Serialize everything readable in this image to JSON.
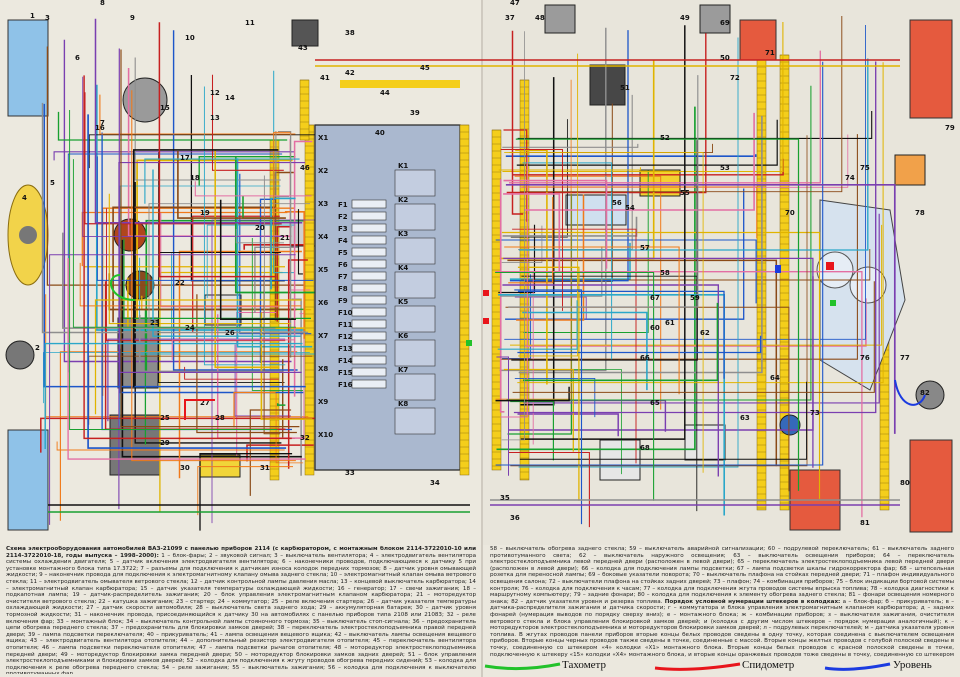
{
  "caption_left": {
    "title": "Схема электрооборудования автомобилей ВАЗ-21099 с панелью приборов 2114 (с карбюратором, с монтажным блоком 2114-3722010-10 или 2114-3722010-18, годы выпуска – 1998–2000):",
    "body": "1 – блок-фары; 2 – звуковой сигнал; 3 – выключатель вентилятора; 4 – электродвигатель вентилятора системы охлаждения двигателя; 5 – датчик включения электродвигателя вентилятора; 6 – наконечники проводов, подключающиеся к датчику 5 при установке монтажного блока типа 17.3722; 7 – разъемы для подключения к датчикам износа колодок передних тормозов; 8 – датчик уровня омывающей жидкости; 9 – наконечник провода для подключения к электромагнитному клапану омыва заднего стекла; 10 – электромагнитный клапан омыва ветрового стекла; 11 – электродвигатель омывателя ветрового стекла; 12 – датчик контрольной лампы давления масла; 13 – концевой выключатель карбюратора; 14 – электромагнитный клапан карбюратора; 15 – датчик указателя температуры охлаждающей жидкости; 16 – генератор; 17 – свечи зажигания; 18 – подкапотная лампа; 19 – датчик-распределитель зажигания; 20 – блок управления электромагнитным клапаном карбюратора; 21 – моторедуктор очистителя ветрового стекла; 22 – катушка зажигания; 23 – стартер; 24 – коммутатор; 25 – реле включения стартера; 26 – датчик указателя температуры охлаждающей жидкости; 27 – датчик скорости автомобиля; 28 – выключатель света заднего хода; 29 – аккумуляторная батарея; 30 – датчик уровня тормозной жидкости; 31 – наконечник провода, присоединяющийся к датчику 30 на автомобилях с панелью приборов типа 2108 или 21083; 32 – реле включения фар; 33 – монтажный блок; 34 – выключатель контрольной лампы стояночного тормоза; 35 – выключатель стоп-сигнала; 36 – предохранитель цепи обогрева переднего стекла; 37 – предохранитель для блокировки замков дверей; 38 – переключатель электростеклоподъемника правой передней двери; 39 – лампа подсветки переключателя; 40 – прикуриватель; 41 – лампа освещения вещевого ящика; 42 – выключатель лампы освещения вещевого ящика; 43 – электродвигатель вентилятора отопителя; 44 – дополнительный резистор электродвигателя отопителя; 45 – переключатель вентилятора отопителя; 46 – лампа подсветки переключателя отопителя; 47 – лампа подсветки рычагов отопителя; 48 – моторедуктор электростеклоподъемника передней двери; 49 – моторедуктор блокировки замка передней двери; 50 – моторедуктор блокировки замков задних дверей; 51 – блок управления электростеклоподъемниками и блокировки замков дверей; 52 – колодка для подключения к жгуту проводов обогрева передних сидений; 53 – колодка для подключения к реле обогрева переднего стекла; 54 – реле зажигания; 55 – выключатель зажигания; 56 – колодка для подключения к выключателю противотуманных фар"
  },
  "caption_right": {
    "body1": "58 – выключатель обогрева заднего стекла; 59 – выключатель аварийной сигнализации; 60 – подрулевой переключатель; 61 – выключатель заднего противотуманного света; 62 – выключатель наружного освещения; 63 – выключатель освещения приборов; 64 – переключатель электростеклоподъемника левой передней двери (расположен в левой двери); 65 – переключатель электростеклоподъемника левой передней двери (расположен в левой двери); 66 – колодка для подключения лампы подсветки; 67 – лампа подсветки шкалы гидрокорректора фар; 68 – штепсельная розетка для переносной лампы; 69 – боковые указатели поворота; 70 – выключатель плафона на стойках передней двери; 71 – плафон индивидуального освещения салона; 72 – выключатели плафона на стойках задних дверей; 73 – плафон; 74 – комбинация приборов; 75 – блок индикации бортовой системы контроля; 76 – колодка для подключения к часам; 77 – колодка для подключения жгута проводов системы впрыска топлива; 78 – колодка диагностики к маршрутному компьютеру; 79 – задние фонари; 80 – колодка для подключения к элементу обогрева заднего стекла; 81 – фонари освещения номерного знака; 82 – датчик указателя уровня и резерва топлива.",
    "heading": "Порядок условной нумерации штекеров в колодках:",
    "body2": "а – блок-фар; б – прикуриватель; в – датчика-распределителя зажигания и датчика скорости; г – коммутатора и блока управления электромагнитным клапаном карбюратора; д – задних фонарей (нумерация выводов по порядку сверху вниз); е – монтажного блока; ж – комбинации приборов; з – выключателя зажигания, очистителя ветрового стекла и блока управления блокировкой замков дверей; и (колодка с другим числом штекеров – порядок нумерации аналогичный); к – моторедукторов электростеклоподъемника и моторедукторов блокировки замков дверей; л – подрулевых переключателей; м – датчика указателя уровня топлива. В жгутах проводов панели приборов вторые концы белых проводов сведены в одну точку, которая соединена с выключателем освещения приборов. Вторые концы черных проводов также сведены в точке, соединенные с массой. Вторые концы желтых проводов с голубой полоской сведены в точку, соединенную со штекером «4» колодки «Х1» монтажного блока. Вторые концы белых проводов с красной полоской сведены в точке, подключенную к штекеру «15» колодки «Х4» монтажного блока, и вторые концы оранжевых проводов тоже сведены в точку, соединенную со штекером «3» колодки «Х4» монтажного блока."
  },
  "legend": {
    "tach": "Тахометр",
    "speedo": "Спидометр",
    "level": "Уровень",
    "tach_color": "#22c22a",
    "speedo_color": "#e8151b",
    "level_color": "#1b3be0"
  },
  "component_numbers": [
    "1",
    "2",
    "3",
    "4",
    "5",
    "6",
    "7",
    "8",
    "9",
    "10",
    "11",
    "12",
    "13",
    "14",
    "15",
    "16",
    "17",
    "18",
    "19",
    "20",
    "21",
    "22",
    "23",
    "24",
    "25",
    "26",
    "27",
    "28",
    "29",
    "30",
    "31",
    "32",
    "33",
    "34",
    "35",
    "36",
    "37",
    "38",
    "39",
    "40",
    "41",
    "42",
    "43",
    "44",
    "45",
    "46",
    "47",
    "48",
    "49",
    "50",
    "51",
    "52",
    "53",
    "54",
    "55",
    "56",
    "57",
    "58",
    "59",
    "60",
    "61",
    "62",
    "63",
    "64",
    "65",
    "66",
    "67",
    "68",
    "69",
    "70",
    "71",
    "72",
    "73",
    "74",
    "75",
    "76",
    "77",
    "78",
    "79",
    "80",
    "81",
    "82"
  ],
  "block_labels": [
    "X1",
    "X2",
    "X3",
    "X4",
    "X5",
    "X6",
    "X7",
    "X8",
    "X9",
    "X10",
    "K1",
    "K2",
    "K3",
    "K4",
    "K5",
    "K6",
    "K7",
    "K8",
    "F1",
    "F2",
    "F3",
    "F4",
    "F5",
    "F6",
    "F7",
    "F8",
    "F9",
    "F10",
    "F11",
    "F12",
    "F13",
    "F14",
    "F15",
    "F16"
  ]
}
